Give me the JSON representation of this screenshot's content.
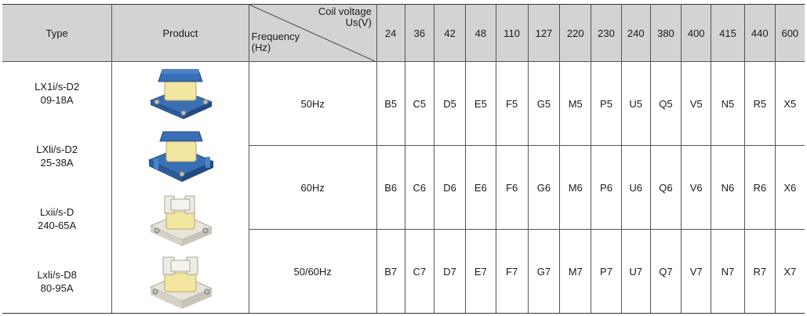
{
  "header": {
    "type": "Type",
    "product": "Product",
    "coil_voltage": "Coil voltage",
    "us_v": "Us(V)",
    "frequency": "Frequency",
    "hz": "(Hz)",
    "voltages": [
      "24",
      "36",
      "42",
      "48",
      "110",
      "127",
      "220",
      "230",
      "240",
      "380",
      "400",
      "415",
      "440",
      "600"
    ]
  },
  "types": [
    {
      "line1": "LX1i/s-D2",
      "line2": "09-18A"
    },
    {
      "line1": "LXli/s-D2",
      "line2": "25-38A"
    },
    {
      "line1": "Lxii/s-D",
      "line2": "240-65A"
    },
    {
      "line1": "Lxli/s-D8",
      "line2": "80-95A"
    }
  ],
  "products": [
    {
      "icon": "blue-coil-icon",
      "color": "#3a6fb5"
    },
    {
      "icon": "blue-coil-icon",
      "color": "#3a6fb5"
    },
    {
      "icon": "white-coil-icon",
      "color": "#e8e4da"
    },
    {
      "icon": "white-coil-icon",
      "color": "#e8e4da"
    }
  ],
  "rows": [
    {
      "freq": "50Hz",
      "codes": [
        "B5",
        "C5",
        "D5",
        "E5",
        "F5",
        "G5",
        "M5",
        "P5",
        "U5",
        "Q5",
        "V5",
        "N5",
        "R5",
        "X5"
      ]
    },
    {
      "freq": "60Hz",
      "codes": [
        "B6",
        "C6",
        "D6",
        "E6",
        "F6",
        "G6",
        "M6",
        "P6",
        "U6",
        "Q6",
        "V6",
        "N6",
        "R6",
        "X6"
      ]
    },
    {
      "freq": "50/60Hz",
      "codes": [
        "B7",
        "C7",
        "D7",
        "E7",
        "F7",
        "G7",
        "M7",
        "P7",
        "U7",
        "Q7",
        "V7",
        "N7",
        "R7",
        "X7"
      ]
    }
  ],
  "colors": {
    "header_bg": "#d3d3d3",
    "blue_coil": "#3a6fb5",
    "yellow_winding": "#f2e6a0"
  }
}
